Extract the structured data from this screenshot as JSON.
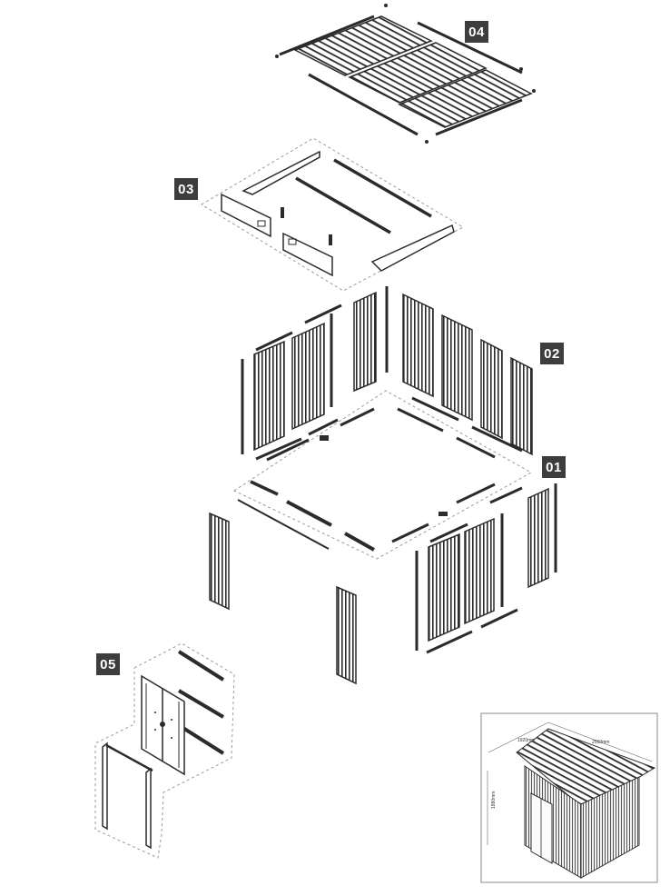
{
  "labels": {
    "step1": "01",
    "step2": "02",
    "step3": "03",
    "step4": "04",
    "step5": "05"
  },
  "inset": {
    "width_dim": "1920mm",
    "depth_dim": "2560mm",
    "height_dim": "1880mm"
  },
  "colors": {
    "tag_bg": "#3d3d3d",
    "line": "#2b2b2b",
    "dash": "#9a9a9a"
  }
}
